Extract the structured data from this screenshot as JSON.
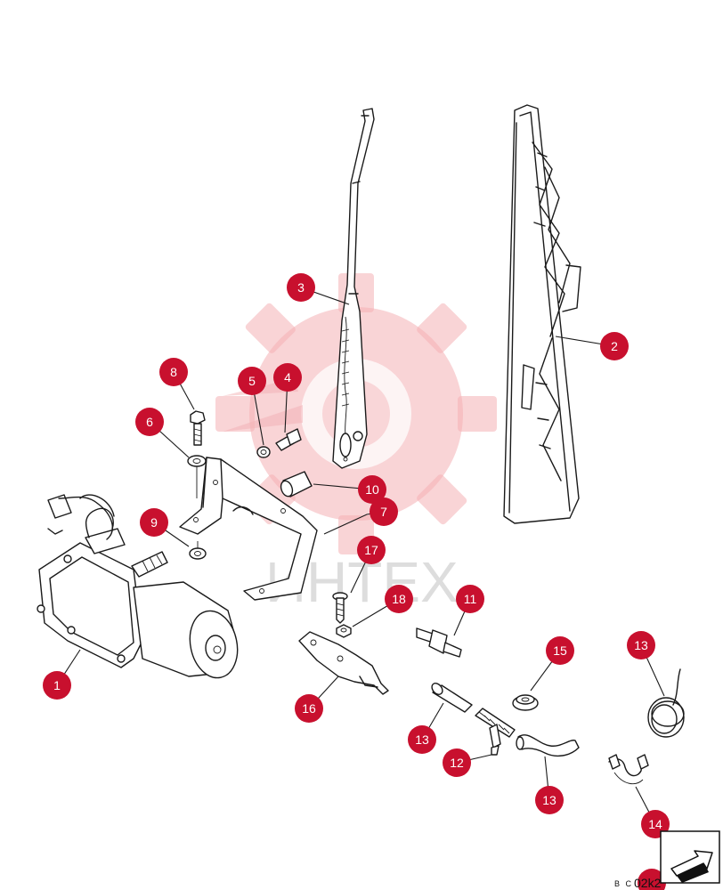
{
  "watermark": {
    "text": "ИНТЕХ",
    "gear_color": "#f2a3a8"
  },
  "callout_color": "#c8102e",
  "callouts": [
    {
      "id": "c1",
      "label": "1"
    },
    {
      "id": "c2",
      "label": "2"
    },
    {
      "id": "c3",
      "label": "3"
    },
    {
      "id": "c4",
      "label": "4"
    },
    {
      "id": "c5",
      "label": "5"
    },
    {
      "id": "c6",
      "label": "6"
    },
    {
      "id": "c7",
      "label": "7"
    },
    {
      "id": "c8",
      "label": "8"
    },
    {
      "id": "c9",
      "label": "9"
    },
    {
      "id": "c10",
      "label": "10"
    },
    {
      "id": "c11",
      "label": "11"
    },
    {
      "id": "c12",
      "label": "12"
    },
    {
      "id": "c13a",
      "label": "13"
    },
    {
      "id": "c13b",
      "label": "13"
    },
    {
      "id": "c13c",
      "label": "13"
    },
    {
      "id": "c14",
      "label": "14"
    },
    {
      "id": "c15",
      "label": "15"
    },
    {
      "id": "c16",
      "label": "16"
    },
    {
      "id": "c17",
      "label": "17"
    },
    {
      "id": "c18",
      "label": "18"
    }
  ],
  "drawing_code": {
    "prefix": "B C",
    "code": "02k2"
  },
  "corner_icon": "next-page-arrow-icon"
}
